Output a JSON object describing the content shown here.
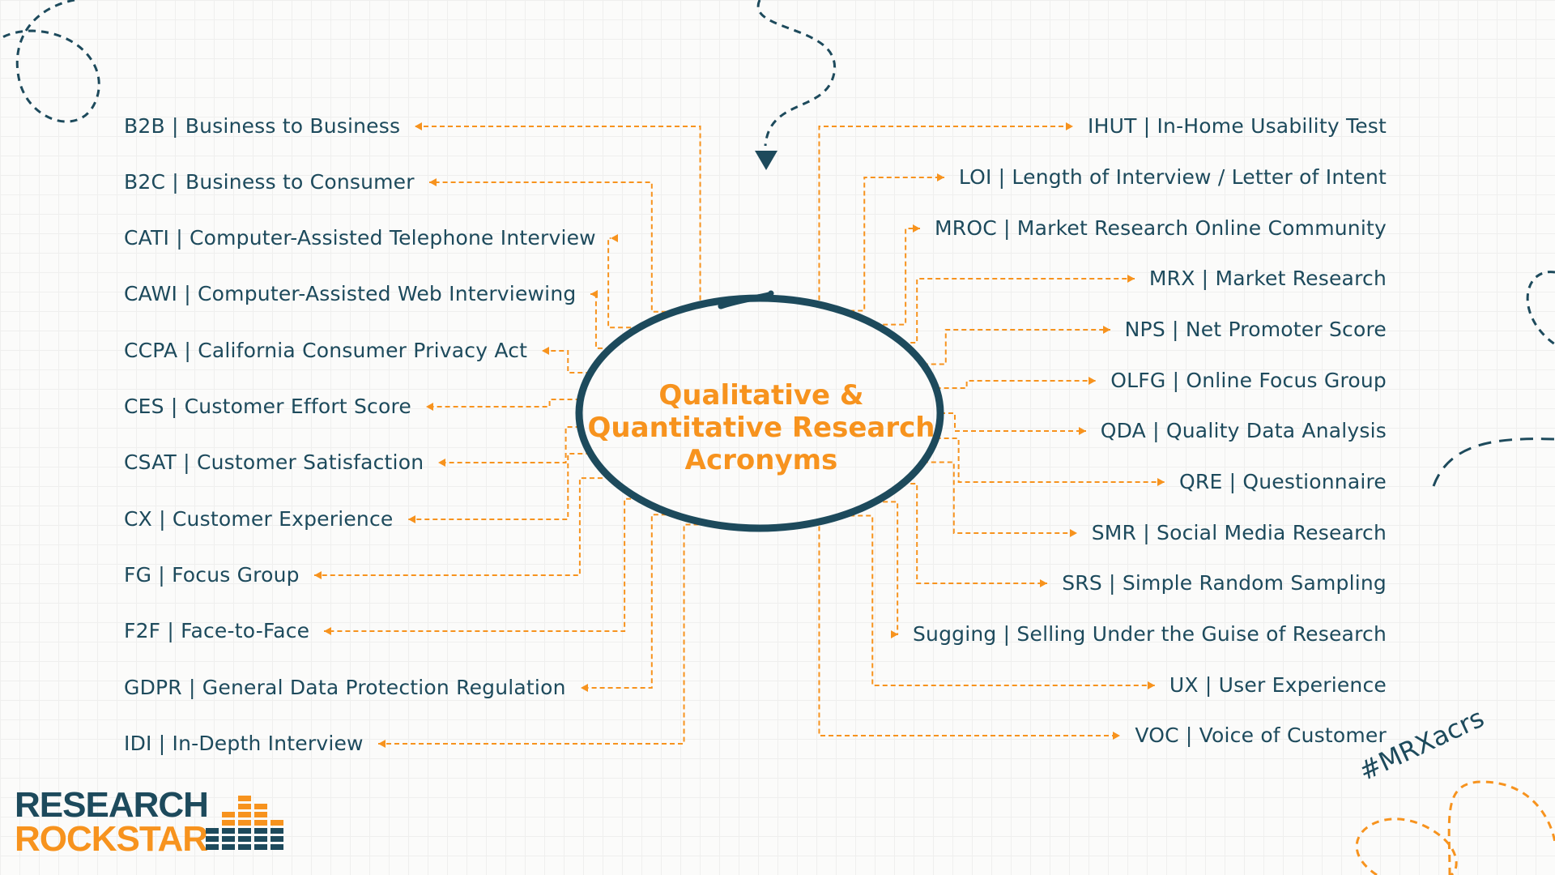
{
  "title_lines": [
    "Qualitative &",
    "Quantitative Research",
    "Acronyms"
  ],
  "left_items": [
    "B2B | Business to Business",
    "B2C | Business to Consumer",
    "CATI | Computer-Assisted Telephone Interview",
    "CAWI | Computer-Assisted Web Interviewing",
    "CCPA | California Consumer Privacy Act",
    "CES | Customer Effort Score",
    "CSAT | Customer Satisfaction",
    "CX | Customer Experience",
    "FG | Focus Group",
    "F2F | Face-to-Face",
    "GDPR | General Data Protection Regulation",
    "IDI | In-Depth Interview"
  ],
  "right_items": [
    "IHUT | In-Home Usability Test",
    "LOI | Length of Interview / Letter of Intent",
    "MROC | Market Research Online Community",
    "MRX | Market Research",
    "NPS | Net Promoter Score",
    "OLFG | Online Focus Group",
    "QDA | Quality Data Analysis",
    "QRE | Questionnaire",
    "SMR | Social Media Research",
    "SRS | Simple Random Sampling",
    "Sugging | Selling Under the Guise of Research",
    "UX | User Experience",
    "VOC | Voice of Customer"
  ],
  "hashtag": "#MRXacrs",
  "logo": {
    "line1": "RESEARCH",
    "line2": "ROCKSTAR"
  },
  "colors": {
    "navy": "#1d4a5c",
    "orange": "#f7931e",
    "background": "#fbfbfa"
  }
}
